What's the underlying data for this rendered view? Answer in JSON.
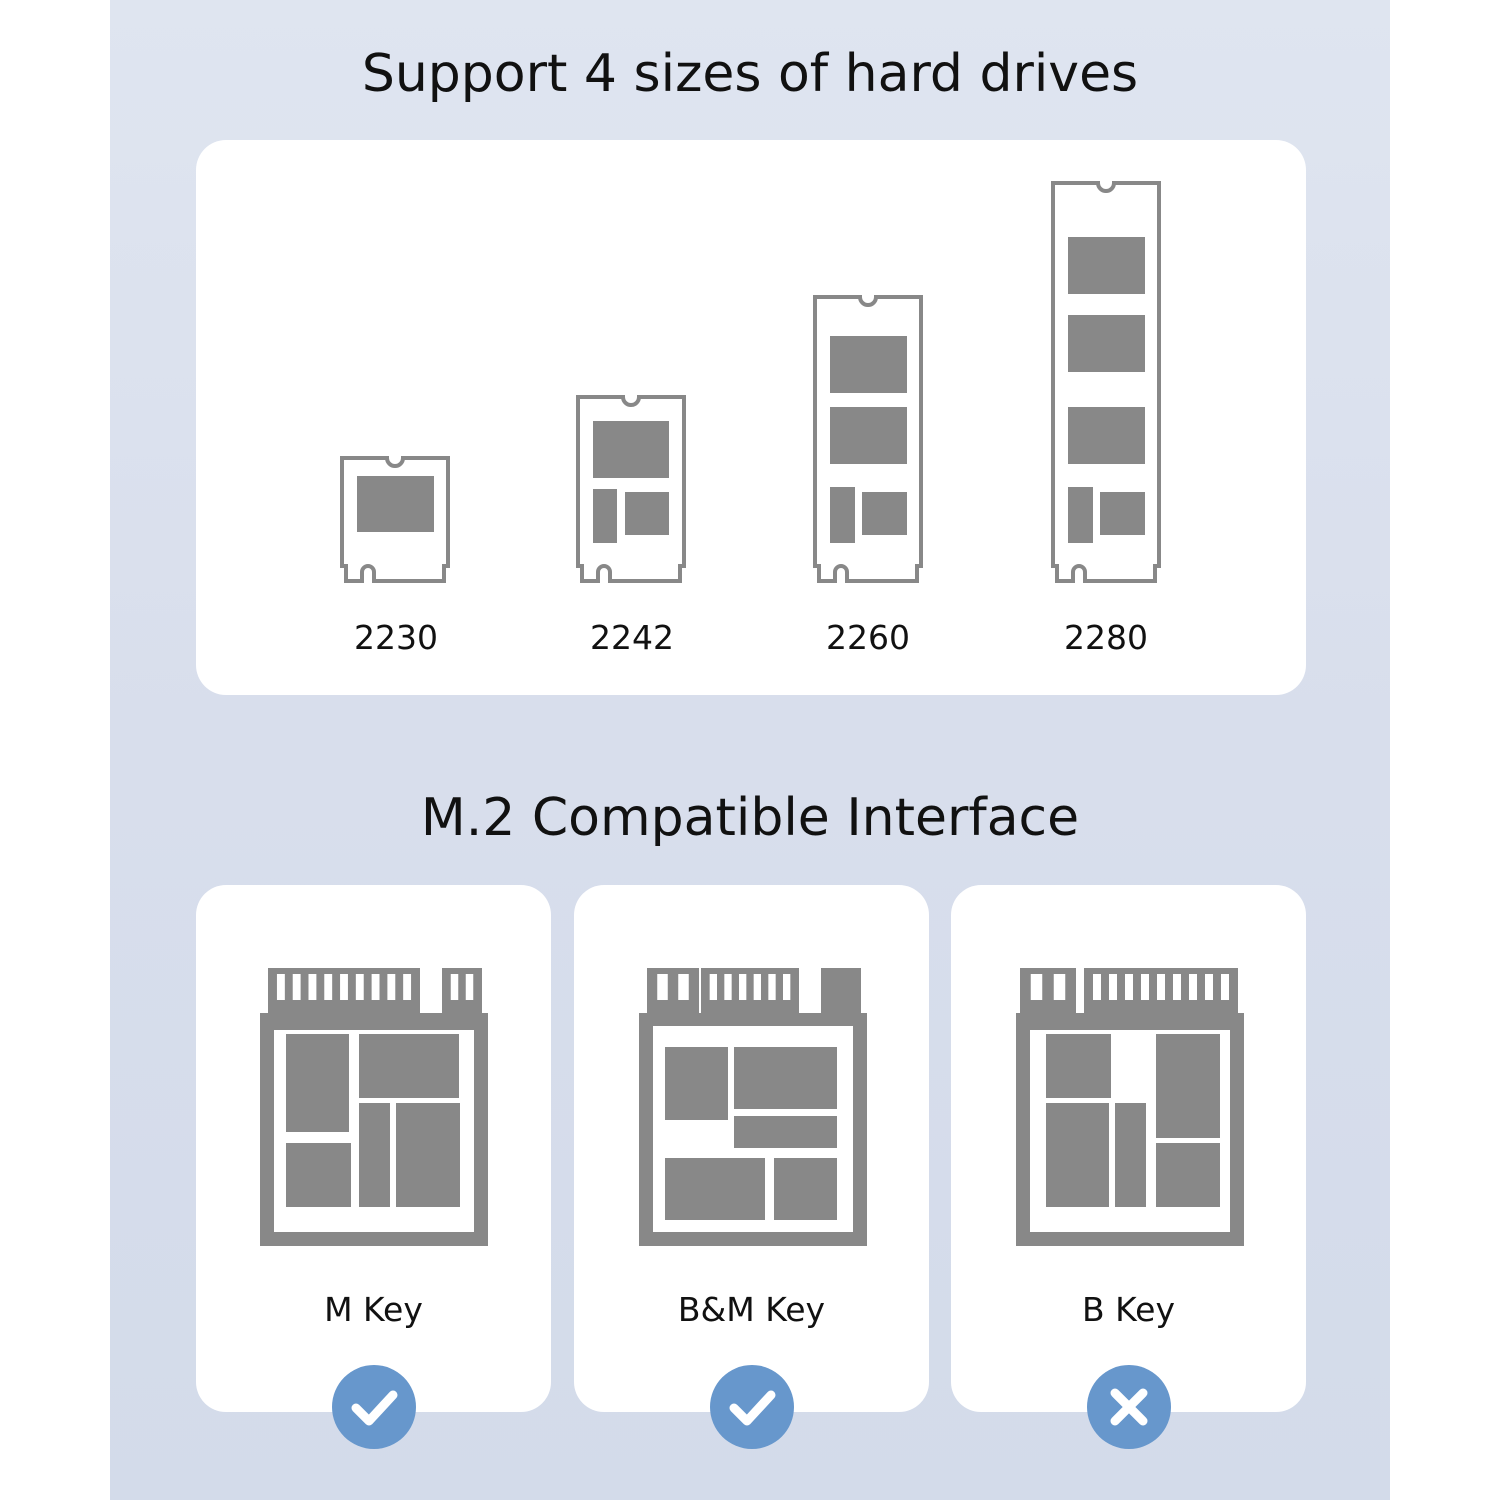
{
  "sizes_section": {
    "title": "Support 4 sizes of hard drives",
    "drives": [
      {
        "label": "2230"
      },
      {
        "label": "2242"
      },
      {
        "label": "2260"
      },
      {
        "label": "2280"
      }
    ]
  },
  "interface_section": {
    "title": "M.2 Compatible Interface",
    "keys": [
      {
        "label": "M Key",
        "supported": true,
        "icon": "check-icon"
      },
      {
        "label": "B&M Key",
        "supported": true,
        "icon": "check-icon"
      },
      {
        "label": "B Key",
        "supported": false,
        "icon": "cross-icon"
      }
    ]
  },
  "colors": {
    "background": "#dde3ef",
    "icon_gray": "#888888",
    "badge": "#6797cc"
  }
}
